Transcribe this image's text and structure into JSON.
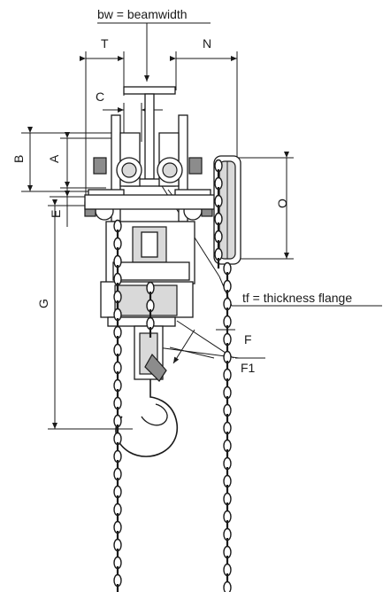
{
  "labels": {
    "bw": "bw = beamwidth",
    "T": "T",
    "N": "N",
    "C": "C",
    "B": "B",
    "A": "A",
    "E": "E",
    "O": "O",
    "G": "G",
    "tf": "tf = thickness flange",
    "F": "F",
    "F1": "F1"
  }
}
